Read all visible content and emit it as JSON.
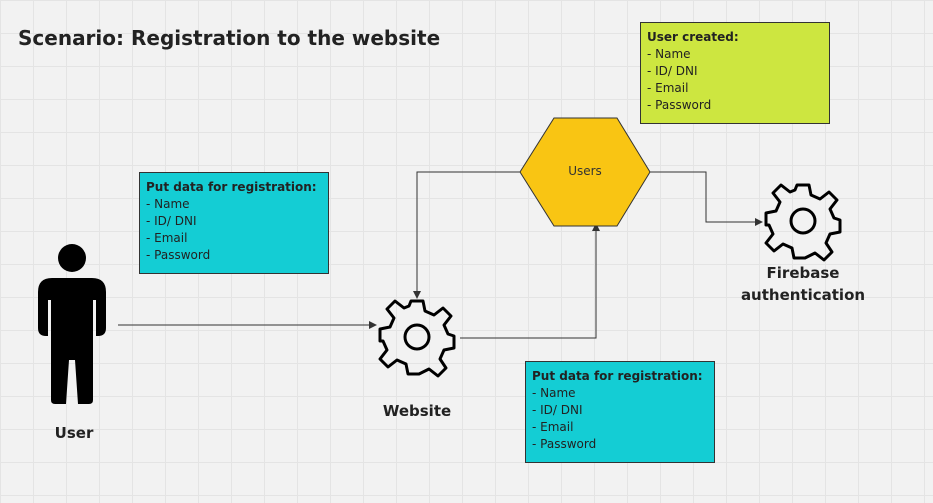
{
  "title": "Scenario: Registration to the website",
  "note_user_input": {
    "heading": "Put data for registration:",
    "lines": [
      "- Name",
      "- ID/ DNI",
      "- Email",
      "- Password"
    ]
  },
  "note_website_input": {
    "heading": "Put data for registration:",
    "lines": [
      "- Name",
      "- ID/ DNI",
      "- Email",
      "- Password"
    ]
  },
  "note_user_created": {
    "heading": "User created:",
    "lines": [
      "- Name",
      "- ID/ DNI",
      "- Email",
      "- Password"
    ]
  },
  "nodes": {
    "user_label": "User",
    "website_label": "Website",
    "users_db_label": "Users",
    "firebase_label_line1": "Firebase",
    "firebase_label_line2": "authentication"
  },
  "colors": {
    "note_cyan": "#14cdd4",
    "note_lime": "#cde640",
    "hexagon": "#f9c513"
  },
  "icons": [
    "person-icon",
    "gear-icon",
    "gear-icon"
  ]
}
